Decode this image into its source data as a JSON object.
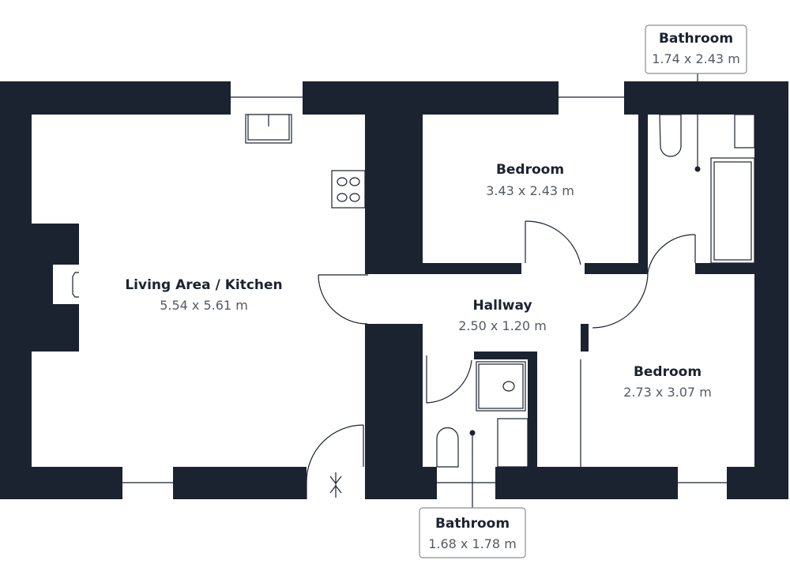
{
  "colors": {
    "wall": "#1b2230",
    "label": "#1b2230",
    "dimension": "#555a63"
  },
  "rooms": [
    {
      "name": "Living Area / Kitchen",
      "dimensions": "5.54 x 5.61 m"
    },
    {
      "name": "Bedroom",
      "dimensions": "3.43 x 2.43 m"
    },
    {
      "name": "Hallway",
      "dimensions": "2.50 x 1.20 m"
    },
    {
      "name": "Bedroom",
      "dimensions": "2.73 x 3.07 m"
    },
    {
      "name": "Bathroom",
      "dimensions": "1.74 x 2.43 m"
    },
    {
      "name": "Bathroom",
      "dimensions": "1.68 x 1.78 m"
    }
  ]
}
